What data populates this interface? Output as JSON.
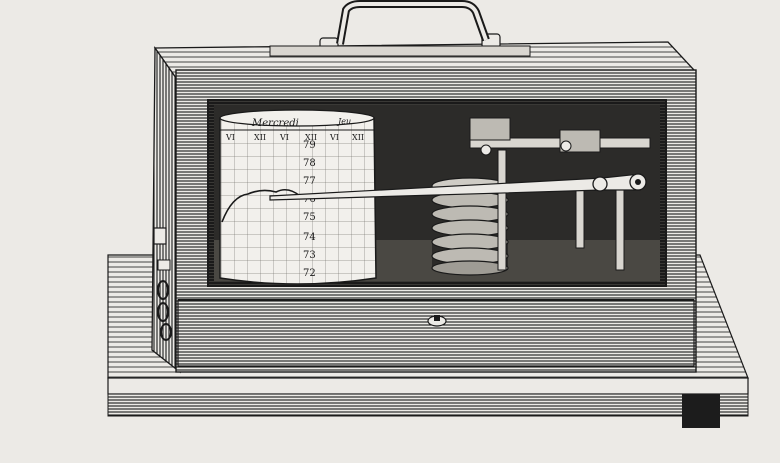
{
  "image": {
    "subject": "barograph engraving",
    "style": "black-and-white wood engraving",
    "colors": {
      "paper": "#eceae6",
      "ink": "#1a1a1a",
      "mid": "#8a8782",
      "light": "#d9d6d0"
    }
  },
  "drum": {
    "header": "Mercredi",
    "header_extra": "Jeu",
    "hours": [
      "VI",
      "XII",
      "VI",
      "XII",
      "VI",
      "XII"
    ],
    "scale": [
      "79",
      "78",
      "77",
      "76",
      "75",
      "74",
      "73",
      "72"
    ]
  }
}
